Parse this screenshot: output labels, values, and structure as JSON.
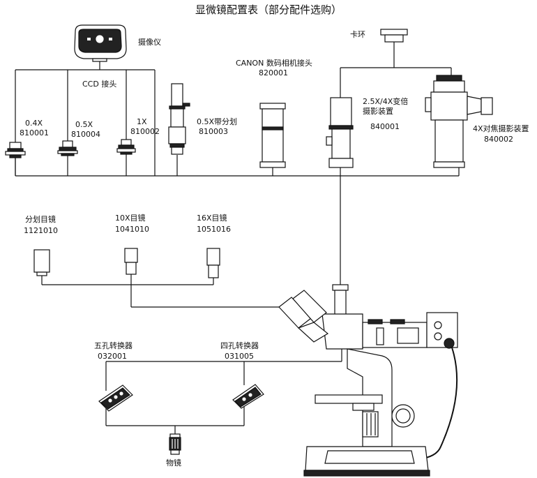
{
  "title": "显微镜配置表（部分配件选购）",
  "camera": {
    "label": "摄像仪"
  },
  "ccd": {
    "label": "CCD 接头"
  },
  "adapters": [
    {
      "label": "0.4X",
      "code": "810001"
    },
    {
      "label": "0.5X",
      "code": "810004"
    },
    {
      "label": "1X",
      "code": "810002"
    },
    {
      "label": "0.5X带分划",
      "code": "810003"
    }
  ],
  "canon": {
    "label": "CANON 数码相机接头",
    "code": "820001"
  },
  "ring": {
    "label": "卡环"
  },
  "zoom_photo": {
    "label1": "2.5X/4X变倍",
    "label2": "摄影装置",
    "code": "840001"
  },
  "focus_photo": {
    "label": "4X对焦摄影装置",
    "code": "840002"
  },
  "eyepieces": [
    {
      "label": "分划目镜",
      "code": "1121010"
    },
    {
      "label": "10X目镜",
      "code": "1041010"
    },
    {
      "label": "16X目镜",
      "code": "1051016"
    }
  ],
  "nosepieces": [
    {
      "label": "五孔转换器",
      "code": "032001"
    },
    {
      "label": "四孔转换器",
      "code": "031005"
    }
  ],
  "objective": {
    "label": "物镜"
  }
}
